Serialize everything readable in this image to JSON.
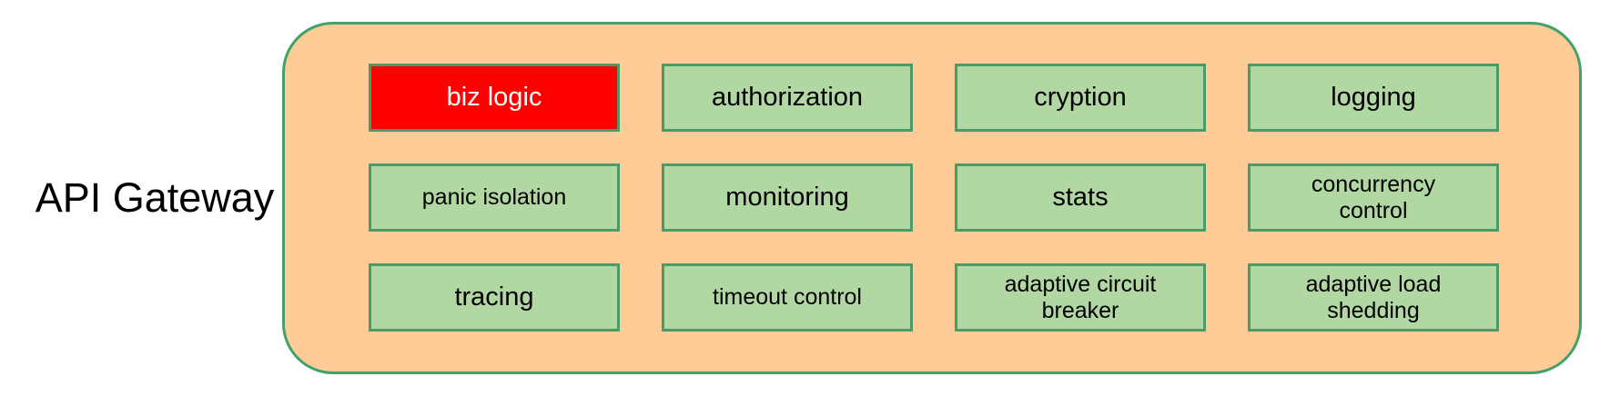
{
  "label": {
    "text": "API Gateway"
  },
  "gateway": {
    "fill": "#FFCB97",
    "border": "#43A169",
    "cell_fill": "#B1D7A3",
    "cell_border": "#4C9A66",
    "cell_text_color": "#000000",
    "highlight_fill": "#FE0000",
    "highlight_text_color": "#ffffff",
    "label_color": "#000000",
    "cells": [
      {
        "label": "biz logic",
        "variant": "highlight"
      },
      {
        "label": "authorization",
        "variant": "normal"
      },
      {
        "label": "cryption",
        "variant": "normal"
      },
      {
        "label": "logging",
        "variant": "normal"
      },
      {
        "label": "panic isolation",
        "variant": "normal"
      },
      {
        "label": "monitoring",
        "variant": "normal"
      },
      {
        "label": "stats",
        "variant": "normal"
      },
      {
        "label": "concurrency\ncontrol",
        "variant": "normal"
      },
      {
        "label": "tracing",
        "variant": "normal"
      },
      {
        "label": "timeout control",
        "variant": "normal"
      },
      {
        "label": "adaptive circuit\nbreaker",
        "variant": "normal"
      },
      {
        "label": "adaptive load\nshedding",
        "variant": "normal"
      }
    ]
  }
}
